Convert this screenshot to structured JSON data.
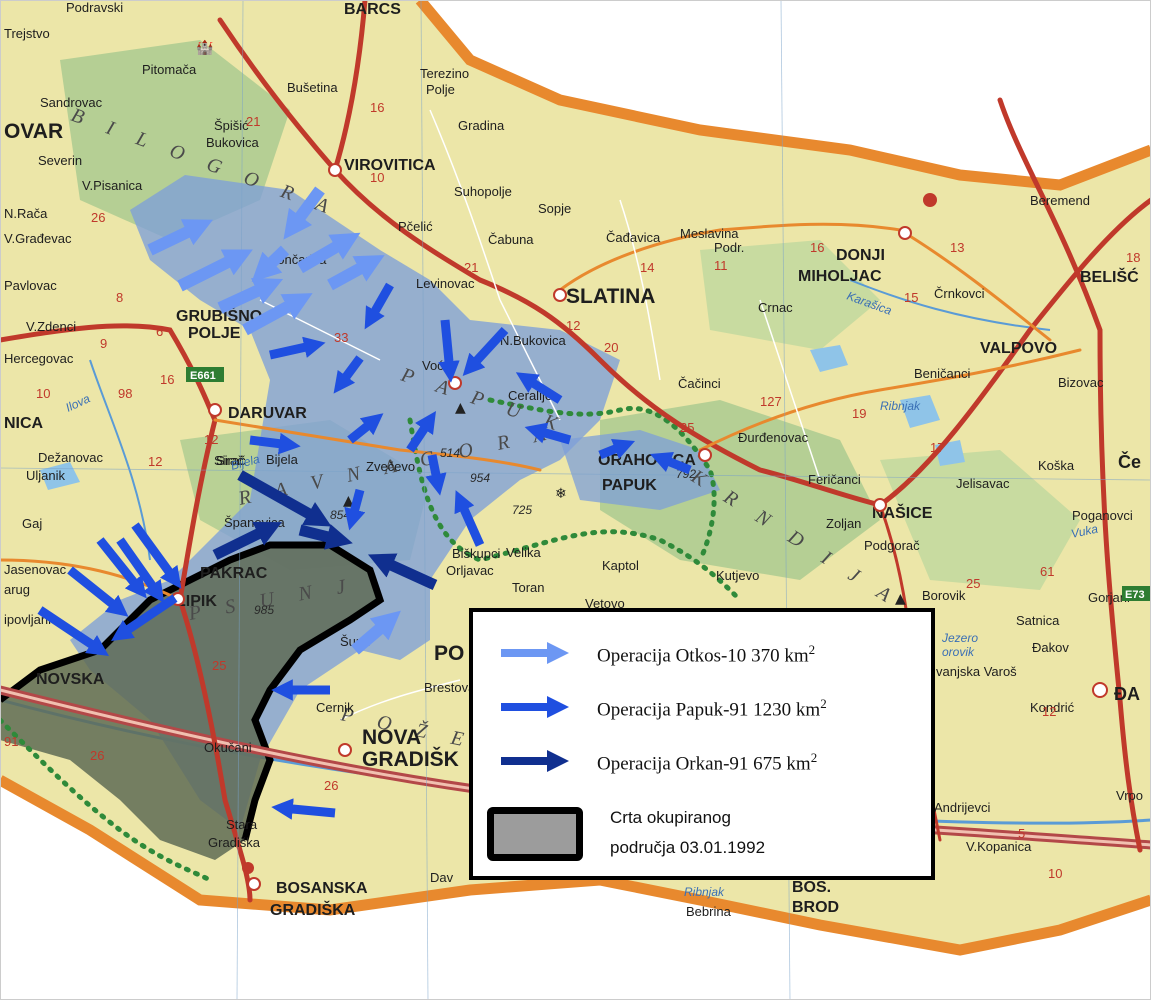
{
  "map": {
    "places": [
      {
        "id": "podravski",
        "text": "Podravski"
      },
      {
        "id": "barcs",
        "text": "BARCS"
      },
      {
        "id": "trejstvo",
        "text": "Trejstvo"
      },
      {
        "id": "pitomaca",
        "text": "Pitomača"
      },
      {
        "id": "busetina",
        "text": "Bušetina"
      },
      {
        "id": "terezino",
        "text": "Terezino"
      },
      {
        "id": "polje",
        "text": "Polje"
      },
      {
        "id": "sandrovac",
        "text": "Sandrovac"
      },
      {
        "id": "gradina",
        "text": "Gradina"
      },
      {
        "id": "spisic",
        "text": "Špišić"
      },
      {
        "id": "bukovica",
        "text": "Bukovica"
      },
      {
        "id": "ovar",
        "text": "OVAR"
      },
      {
        "id": "virovitica",
        "text": "VIROVITICA"
      },
      {
        "id": "severin",
        "text": "Severin"
      },
      {
        "id": "suhopolje",
        "text": "Suhopolje"
      },
      {
        "id": "vpisanica",
        "text": "V.Pisanica"
      },
      {
        "id": "sopje",
        "text": "Sopje"
      },
      {
        "id": "beremend",
        "text": "Beremend"
      },
      {
        "id": "nraca",
        "text": "N.Rača"
      },
      {
        "id": "vgrdevac",
        "text": "V.Građevac"
      },
      {
        "id": "pcelic",
        "text": "Pčelić"
      },
      {
        "id": "cabuna",
        "text": "Čabuna"
      },
      {
        "id": "cadavica",
        "text": "Čađavica"
      },
      {
        "id": "meslavina",
        "text": "Meslavina"
      },
      {
        "id": "podr",
        "text": "Podr."
      },
      {
        "id": "donji",
        "text": "DONJI"
      },
      {
        "id": "miholjac",
        "text": "MIHOLJAC"
      },
      {
        "id": "belisce",
        "text": "BELIŠĆ"
      },
      {
        "id": "loncarica",
        "text": "Lončarica"
      },
      {
        "id": "levinovac",
        "text": "Levinovac"
      },
      {
        "id": "slatina",
        "text": "SLATINA"
      },
      {
        "id": "pavlovac",
        "text": "Pavlovac"
      },
      {
        "id": "crnac",
        "text": "Crnac"
      },
      {
        "id": "crnkovci",
        "text": "Črnkovci"
      },
      {
        "id": "grubisno",
        "text": "GRUBIŠNO"
      },
      {
        "id": "grpolje",
        "text": "POLJE"
      },
      {
        "id": "vzdenci",
        "text": "V.Zdenci"
      },
      {
        "id": "nbukovica",
        "text": "N.Bukovica"
      },
      {
        "id": "valpovo",
        "text": "VALPOVO"
      },
      {
        "id": "hercegovac",
        "text": "Hercegovac"
      },
      {
        "id": "vocin",
        "text": "Voćin"
      },
      {
        "id": "cacinci",
        "text": "Čačinci"
      },
      {
        "id": "benicanci",
        "text": "Beničanci"
      },
      {
        "id": "bizovac",
        "text": "Bizovac"
      },
      {
        "id": "daruvar",
        "text": "DARUVAR"
      },
      {
        "id": "ceralije",
        "text": "Ceralije"
      },
      {
        "id": "nica",
        "text": "NICA"
      },
      {
        "id": "dezanovac",
        "text": "Dežanovac"
      },
      {
        "id": "durdenovac",
        "text": "Đurđenovac"
      },
      {
        "id": "ce",
        "text": "Če"
      },
      {
        "id": "orahovica",
        "text": "ORAHOVICA"
      },
      {
        "id": "papuk",
        "text": "PAPUK"
      },
      {
        "id": "sirac",
        "text": "Sirač"
      },
      {
        "id": "bijela",
        "text": "Bijela"
      },
      {
        "id": "zvecevo",
        "text": "Zvečevo"
      },
      {
        "id": "uljanik",
        "text": "Uljanik"
      },
      {
        "id": "koska",
        "text": "Koška"
      },
      {
        "id": "jelisavac",
        "text": "Jelisavac"
      },
      {
        "id": "fericanci",
        "text": "Feričanci"
      },
      {
        "id": "nasice",
        "text": "NAŠICE"
      },
      {
        "id": "spancir",
        "text": "Španovica"
      },
      {
        "id": "gaj",
        "text": "Gaj"
      },
      {
        "id": "poganovci",
        "text": "Poganovci"
      },
      {
        "id": "biskupci",
        "text": "Biškupci"
      },
      {
        "id": "velika",
        "text": "Velika"
      },
      {
        "id": "zoljan",
        "text": "Zoljan"
      },
      {
        "id": "podgorac",
        "text": "Podgorač"
      },
      {
        "id": "orljavac",
        "text": "Orljavac"
      },
      {
        "id": "kaptol",
        "text": "Kaptol"
      },
      {
        "id": "kutjevo",
        "text": "Kutjevo"
      },
      {
        "id": "pakrac",
        "text": "PAKRAC"
      },
      {
        "id": "toran",
        "text": "Toran"
      },
      {
        "id": "vetovo",
        "text": "Vetovo"
      },
      {
        "id": "borovik",
        "text": "Borovik"
      },
      {
        "id": "gorjani",
        "text": "Gorjani"
      },
      {
        "id": "lipik",
        "text": "LIPIK"
      },
      {
        "id": "jasenovac",
        "text": "Jasenovac"
      },
      {
        "id": "jarug",
        "text": "arug"
      },
      {
        "id": "satnica",
        "text": "Satnica"
      },
      {
        "id": "dakovo",
        "text": "Đakov"
      },
      {
        "id": "ipovljani",
        "text": "ipovljani"
      },
      {
        "id": "po",
        "text": "PO"
      },
      {
        "id": "novska",
        "text": "NOVSKA"
      },
      {
        "id": "brestovac",
        "text": "Brestovac"
      },
      {
        "id": "vanjska",
        "text": "vanjska Varoš"
      },
      {
        "id": "da",
        "text": "ĐA"
      },
      {
        "id": "cernik",
        "text": "Cernik"
      },
      {
        "id": "kondric",
        "text": "Kondrić"
      },
      {
        "id": "okucani",
        "text": "Okučani"
      },
      {
        "id": "novagrad1",
        "text": "NOVA"
      },
      {
        "id": "novagrad2",
        "text": "GRADIŠK"
      },
      {
        "id": "vrpolje",
        "text": "Vrpo"
      },
      {
        "id": "andrijevci",
        "text": "Andrijevci"
      },
      {
        "id": "staragrad1",
        "text": "Stara"
      },
      {
        "id": "staragrad2",
        "text": "Gradiška"
      },
      {
        "id": "vkopanica",
        "text": "V.Kopanica"
      },
      {
        "id": "bosgrad1",
        "text": "BOSANSKA"
      },
      {
        "id": "bosgrad2",
        "text": "GRADIŠKA"
      },
      {
        "id": "davor",
        "text": "Dav"
      },
      {
        "id": "bebrina",
        "text": "Bebrina"
      },
      {
        "id": "bosbrod1",
        "text": "BOS."
      },
      {
        "id": "bosbrod2",
        "text": "BROD"
      },
      {
        "id": "sirac2",
        "text": "Sirač"
      },
      {
        "id": "sumetlica",
        "text": "Šum."
      }
    ],
    "water": [
      {
        "id": "karasica",
        "text": "Karašica"
      },
      {
        "id": "ribnjak1",
        "text": "Ribnjak"
      },
      {
        "id": "ribnjak2",
        "text": "Ribnjak"
      },
      {
        "id": "ilova",
        "text": "Ilova"
      },
      {
        "id": "bijela-r",
        "text": "Bijela"
      },
      {
        "id": "vuka",
        "text": "Vuka"
      },
      {
        "id": "jezero",
        "text": "Jezero"
      },
      {
        "id": "vorovik",
        "text": "orovik"
      }
    ],
    "elevations": [
      {
        "id": "e514",
        "text": "514"
      },
      {
        "id": "e954",
        "text": "954"
      },
      {
        "id": "e792",
        "text": "792"
      },
      {
        "id": "e725",
        "text": "725"
      },
      {
        "id": "e854",
        "text": "854"
      },
      {
        "id": "e985",
        "text": "985"
      }
    ],
    "road_numbers": [
      {
        "id": "r16a",
        "text": "16"
      },
      {
        "id": "r21a",
        "text": "21"
      },
      {
        "id": "r10",
        "text": "10"
      },
      {
        "id": "r26a",
        "text": "26"
      },
      {
        "id": "r21b",
        "text": "21"
      },
      {
        "id": "r14",
        "text": "14"
      },
      {
        "id": "r11",
        "text": "11"
      },
      {
        "id": "r16b",
        "text": "16"
      },
      {
        "id": "r13",
        "text": "13"
      },
      {
        "id": "r18",
        "text": "18"
      },
      {
        "id": "r8",
        "text": "8"
      },
      {
        "id": "r9",
        "text": "9"
      },
      {
        "id": "r6",
        "text": "6"
      },
      {
        "id": "r33",
        "text": "33"
      },
      {
        "id": "r12a",
        "text": "12"
      },
      {
        "id": "r20",
        "text": "20"
      },
      {
        "id": "r15",
        "text": "15"
      },
      {
        "id": "r98",
        "text": "98"
      },
      {
        "id": "r16c",
        "text": "16"
      },
      {
        "id": "r127",
        "text": "127"
      },
      {
        "id": "r19",
        "text": "19"
      },
      {
        "id": "r10b",
        "text": "10"
      },
      {
        "id": "r12b",
        "text": "12"
      },
      {
        "id": "r25a",
        "text": "25"
      },
      {
        "id": "r17",
        "text": "17"
      },
      {
        "id": "r12c",
        "text": "12"
      },
      {
        "id": "r61",
        "text": "61"
      },
      {
        "id": "r25b",
        "text": "25"
      },
      {
        "id": "r25c",
        "text": "25"
      },
      {
        "id": "r26b",
        "text": "26"
      },
      {
        "id": "r91",
        "text": "91"
      },
      {
        "id": "r12d",
        "text": "12"
      },
      {
        "id": "r10c",
        "text": "10"
      },
      {
        "id": "r26c",
        "text": "26"
      },
      {
        "id": "r5",
        "text": "5"
      }
    ],
    "road_shields": [
      {
        "id": "e661",
        "text": "E661"
      },
      {
        "id": "e73",
        "text": "E73"
      }
    ],
    "region_labels": [
      {
        "id": "bilogora",
        "text": "B I L O G O R A"
      },
      {
        "id": "papuk-region",
        "text": "P A P U K"
      },
      {
        "id": "psunj",
        "text": "P S U N J"
      },
      {
        "id": "pozega",
        "text": "P O Ž E"
      },
      {
        "id": "dilj",
        "text": "K R N D I J A"
      },
      {
        "id": "ravna",
        "text": "R A V N A G O R A"
      }
    ]
  },
  "legend": {
    "items": [
      {
        "name": "Operacija Otkos-10",
        "area": "370",
        "unit": "km",
        "unit_exp": "2",
        "color": "#6c97f3"
      },
      {
        "name": "Operacija Papuk-91",
        "area": "1230",
        "unit": "km",
        "unit_exp": "2",
        "color": "#1f4fe0"
      },
      {
        "name": "Operacija Orkan-91",
        "area": "675",
        "unit": "km",
        "unit_exp": "2",
        "color": "#102f8f"
      }
    ],
    "occupied": {
      "line1": "Crta okupiranog",
      "line2": "područja 03.01.1992",
      "fill": "#9c9c9c",
      "border": "#000000"
    }
  },
  "colors": {
    "lowland": "#ece6a8",
    "forest": "#a8c98f",
    "operation_area": "#7d9fd8",
    "occupied_area": "#5f6b55",
    "road_major": "#c0392b",
    "border": "#e8892e",
    "outside": "#ffffff"
  }
}
